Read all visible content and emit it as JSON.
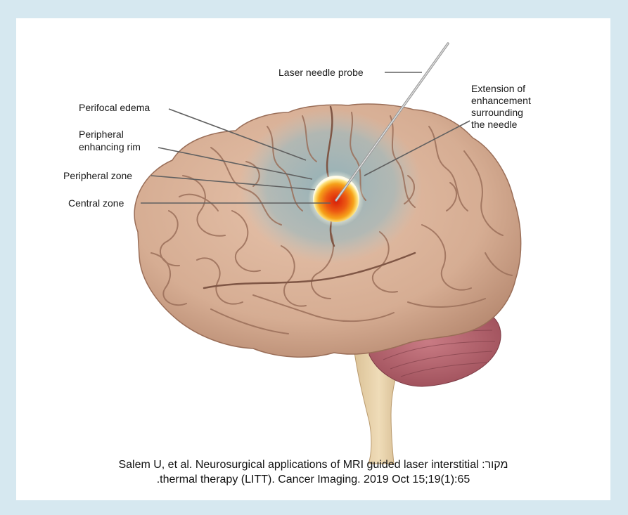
{
  "labels": {
    "laser_needle_probe": "Laser needle probe",
    "extension_l1": "Extension of",
    "extension_l2": "enhancement",
    "extension_l3": "surrounding",
    "extension_l4": "the needle",
    "perifocal_edema": "Perifocal edema",
    "peripheral_rim_l1": "Peripheral",
    "peripheral_rim_l2": "enhancing rim",
    "peripheral_zone": "Peripheral zone",
    "central_zone": "Central zone"
  },
  "caption": {
    "line1": "Salem U, et al. Neurosurgical applications of MRI guided laser interstitial :מקור",
    "line2": ".thermal therapy (LITT). Cancer Imaging. 2019 Oct 15;19(1):65"
  },
  "colors": {
    "page_background": "#d6e8f0",
    "panel_background": "#ffffff",
    "brain": "#dcb49a",
    "edema": "#9fb8bc",
    "lesion_center": "#d81e0a",
    "lesion_mid": "#f6a21a",
    "cerebellum": "#b7656f",
    "brainstem": "#e6cfa6"
  }
}
